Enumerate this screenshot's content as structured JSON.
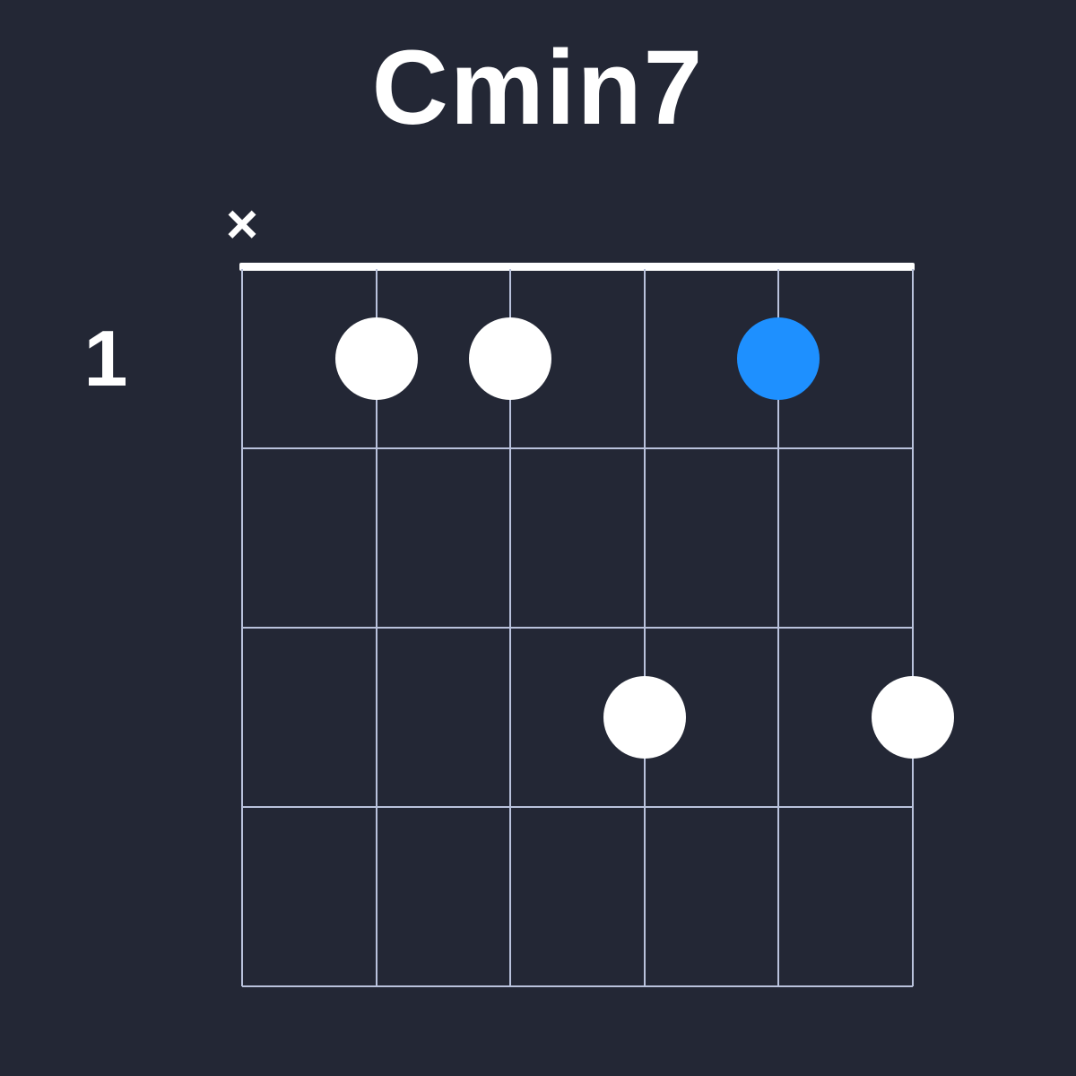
{
  "title": "Cmin7",
  "fret_label": "1",
  "muted_symbol": "×",
  "colors": {
    "background": "#232735",
    "grid_line": "#b9c2dc",
    "nut": "#ffffff",
    "dot_white": "#ffffff",
    "dot_root": "#1e90ff",
    "text": "#ffffff"
  },
  "chord_data": {
    "type": "guitar-chord-diagram",
    "chord_name": "Cmin7",
    "base_fret": 1,
    "num_strings": 6,
    "num_frets": 4,
    "string_order": "left-to-right, string 1 = leftmost",
    "muted_strings": [
      1
    ],
    "open_strings": [],
    "dots": [
      {
        "string": 2,
        "fret": 1,
        "color": "white",
        "root": false
      },
      {
        "string": 3,
        "fret": 1,
        "color": "white",
        "root": false
      },
      {
        "string": 5,
        "fret": 1,
        "color": "blue",
        "root": true
      },
      {
        "string": 4,
        "fret": 3,
        "color": "white",
        "root": false
      },
      {
        "string": 6,
        "fret": 3,
        "color": "white",
        "root": false
      }
    ]
  }
}
